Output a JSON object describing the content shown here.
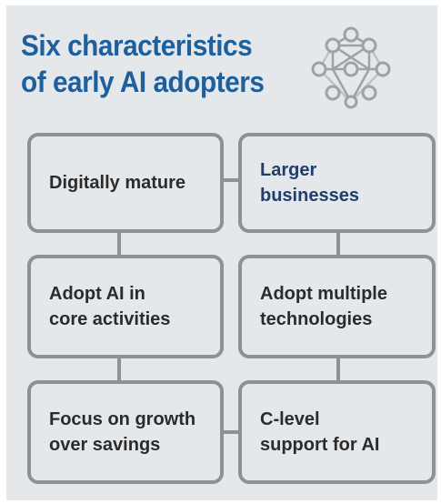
{
  "title": {
    "line1": "Six characteristics",
    "line2": "of early AI adopters"
  },
  "icon": "neural-network-icon",
  "colors": {
    "title": "#1f5f9c",
    "panel_background": "#e5e8eb",
    "box_border": "#8c9398",
    "box_text": "#2b2b2b",
    "highlight_text": "#1f3e6e"
  },
  "characteristics": [
    {
      "line1": "Digitally mature",
      "line2": ""
    },
    {
      "line1": "Larger",
      "line2": "businesses"
    },
    {
      "line1": "Adopt AI in",
      "line2": "core activities"
    },
    {
      "line1": "Adopt multiple",
      "line2": "technologies"
    },
    {
      "line1": "Focus on growth",
      "line2": "over savings"
    },
    {
      "line1": "C-level",
      "line2": "support for AI"
    }
  ]
}
